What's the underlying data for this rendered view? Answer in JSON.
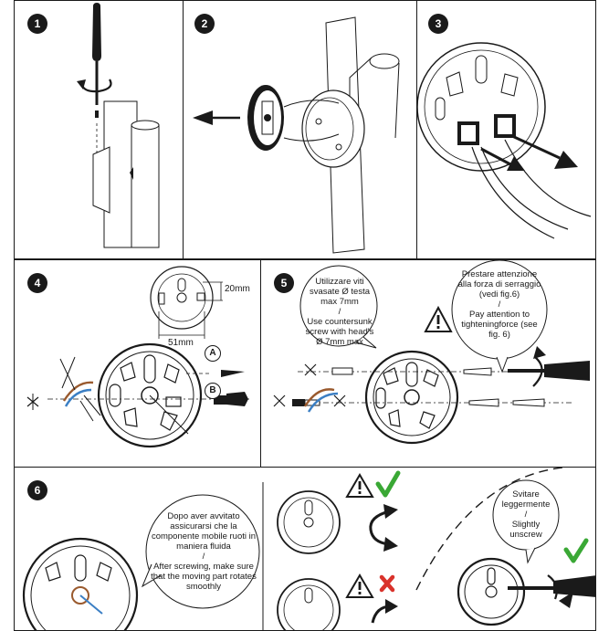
{
  "steps": [
    "1",
    "2",
    "3",
    "4",
    "5",
    "6"
  ],
  "dimensions": {
    "width_label": "51mm",
    "height_label": "20mm"
  },
  "callouts": {
    "a": "A",
    "b": "B"
  },
  "bubbles": {
    "screws_it": "Utilizzare viti svasate Ø testa max 7mm",
    "screws_sep": "/",
    "screws_en": "Use countersunk screw with head's Ø 7mm max",
    "torque_it": "Prestare attenzione alla forza di serraggio (vedi fig.6)",
    "torque_sep": "/",
    "torque_en": "Pay attention to tighteningforce (see fig. 6)",
    "rotate_it": "Dopo aver avvitato assicurarsi che la componente mobile ruoti in maniera fluida",
    "rotate_sep": "/",
    "rotate_en": "After screwing, make sure that the moving part rotates smoothly",
    "unscrew_it": "Svitare leggermente",
    "unscrew_sep": "/",
    "unscrew_en": "Slightly unscrew"
  },
  "colors": {
    "line": "#1a1a1a",
    "ok": "#3aa835",
    "bad": "#d9322b",
    "wire_blue": "#3b7fc4",
    "wire_brown": "#9a5a2e"
  },
  "icons": [
    "screwdriver-icon",
    "warning-icon",
    "check-icon",
    "cross-icon",
    "rotate-arrow-icon",
    "no-wire-icon"
  ]
}
